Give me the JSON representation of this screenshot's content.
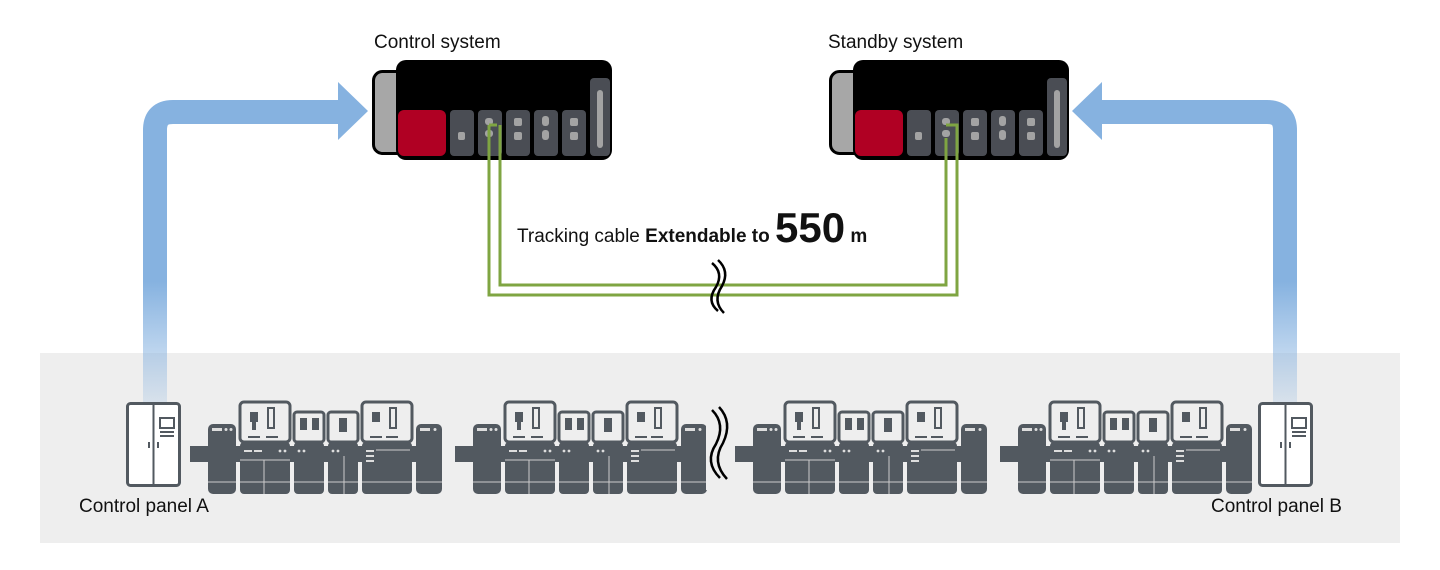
{
  "diagram": {
    "title_control_system": "Control system",
    "title_standby_system": "Standby system",
    "cable": {
      "prefix": "Tracking cable ",
      "emphasis": "Extendable to ",
      "value": "550",
      "unit": " m"
    },
    "panel_a_label": "Control panel A",
    "panel_b_label": "Control panel B"
  },
  "colors": {
    "arrow": "#86b2e0",
    "cable": "#7fa542",
    "cpu_red": "#b00023",
    "module_dark": "#4a4d54",
    "machine_gray": "#525960",
    "floor": "#eeeeee"
  },
  "icons": {
    "plc_rack": "plc-rack-icon",
    "control_panel": "control-panel-cabinet-icon",
    "machine": "production-machine-icon",
    "break_mark": "break-wave-icon"
  }
}
